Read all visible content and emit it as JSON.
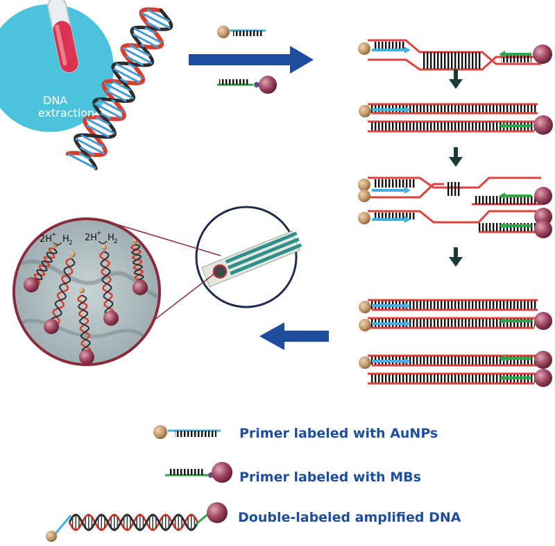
{
  "extraction": {
    "line1": "DNA",
    "line2": "extraction"
  },
  "electrode_labels": {
    "left_proton": "2H",
    "left_proton_sup": "+",
    "left_hydrogen": "H",
    "left_hydrogen_sub": "2",
    "right_proton": "2H",
    "right_proton_sup": "+",
    "right_hydrogen": "H",
    "right_hydrogen_sub": "2"
  },
  "legend": {
    "aunp_primer": "Primer labeled with AuNPs",
    "mb_primer": "Primer labeled with MBs",
    "double_labeled": "Double-labeled amplified DNA"
  },
  "colors": {
    "strand_red": "#e0413e",
    "primer_blue": "#3fb2e0",
    "primer_green": "#2fa64a",
    "arrow_blue": "#1f4d9e",
    "arrow_dark": "#1d3b36",
    "aunp": "#c49a6c",
    "mb": "#9b3b54",
    "bubble": "#4cc3dd",
    "zoom_border": "#8a2a3a",
    "legend_text": "#1f4d9e"
  }
}
